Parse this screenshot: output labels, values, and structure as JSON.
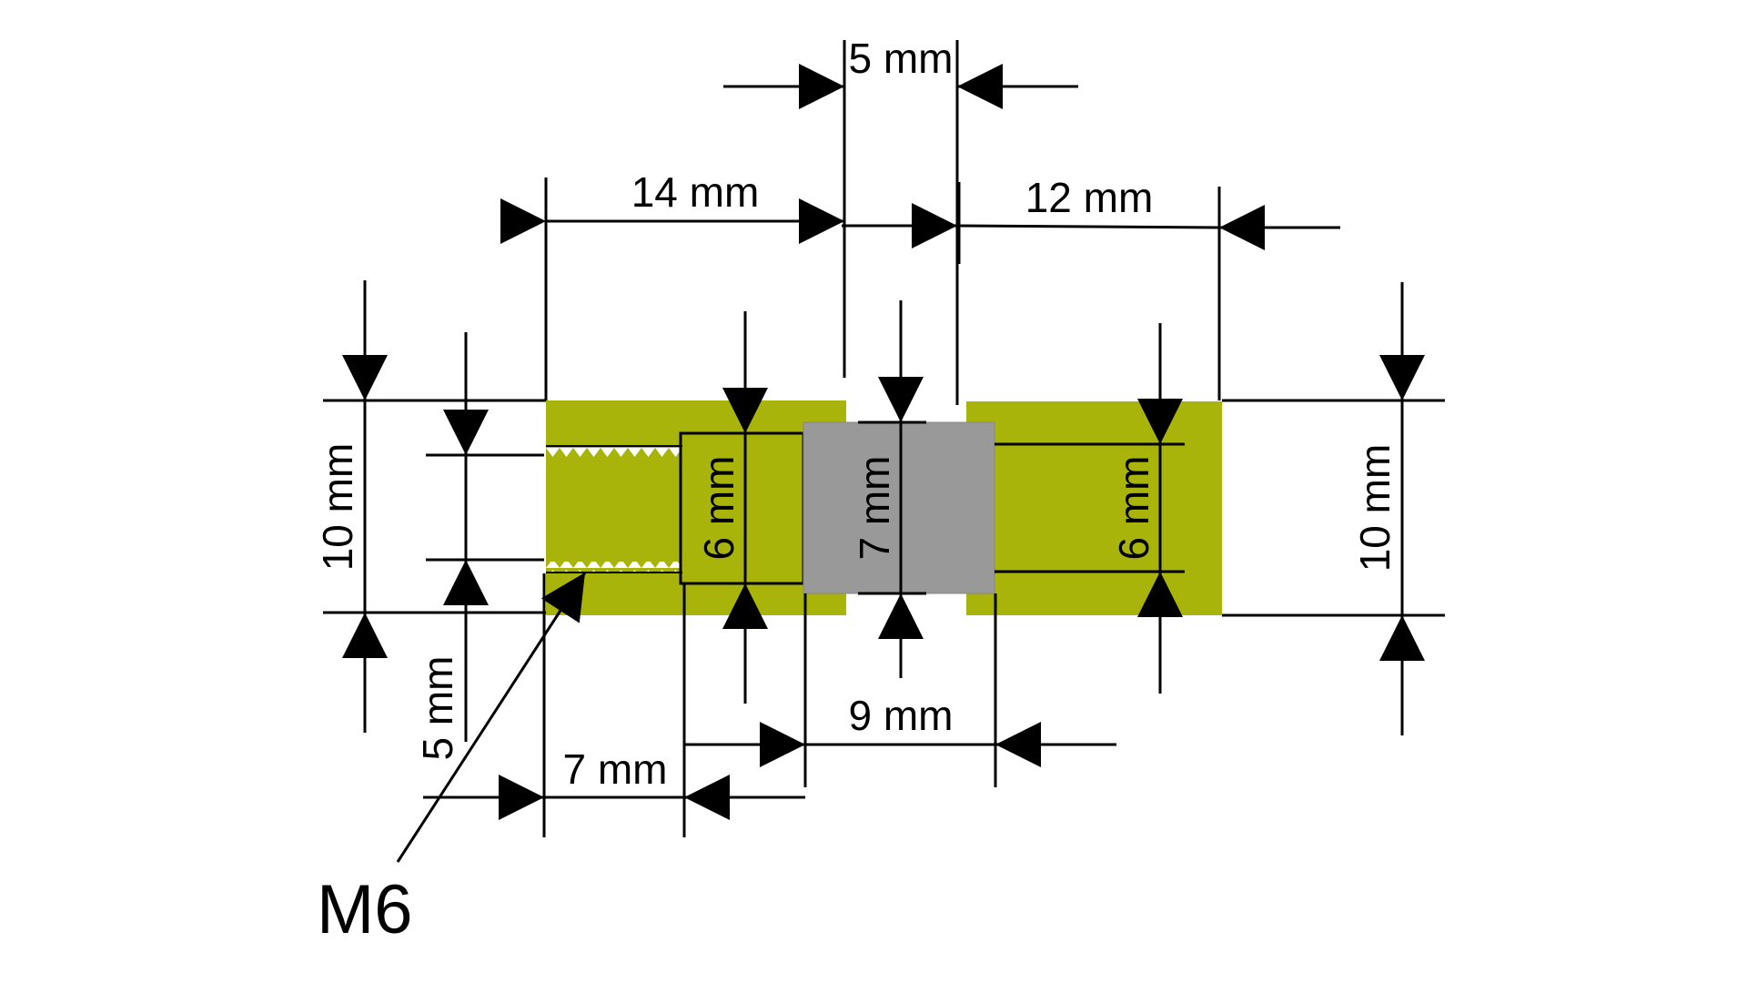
{
  "title": "Threaded coupling dimension drawing",
  "colors": {
    "background": "#ffffff",
    "part": "#a8b40a",
    "insert": "#999999",
    "line": "#000000",
    "thread": "#ffffff"
  },
  "dimensions": {
    "top_gap": "5 mm",
    "left_length": "14 mm",
    "right_length": "12 mm",
    "left_height": "10 mm",
    "right_height": "10 mm",
    "left_bore": "6 mm",
    "center_insert": "7 mm",
    "right_bore": "6 mm",
    "thread_depth": "5 mm",
    "insert_length": "9 mm",
    "thread_length": "7 mm"
  },
  "callout": {
    "label": "M6"
  }
}
